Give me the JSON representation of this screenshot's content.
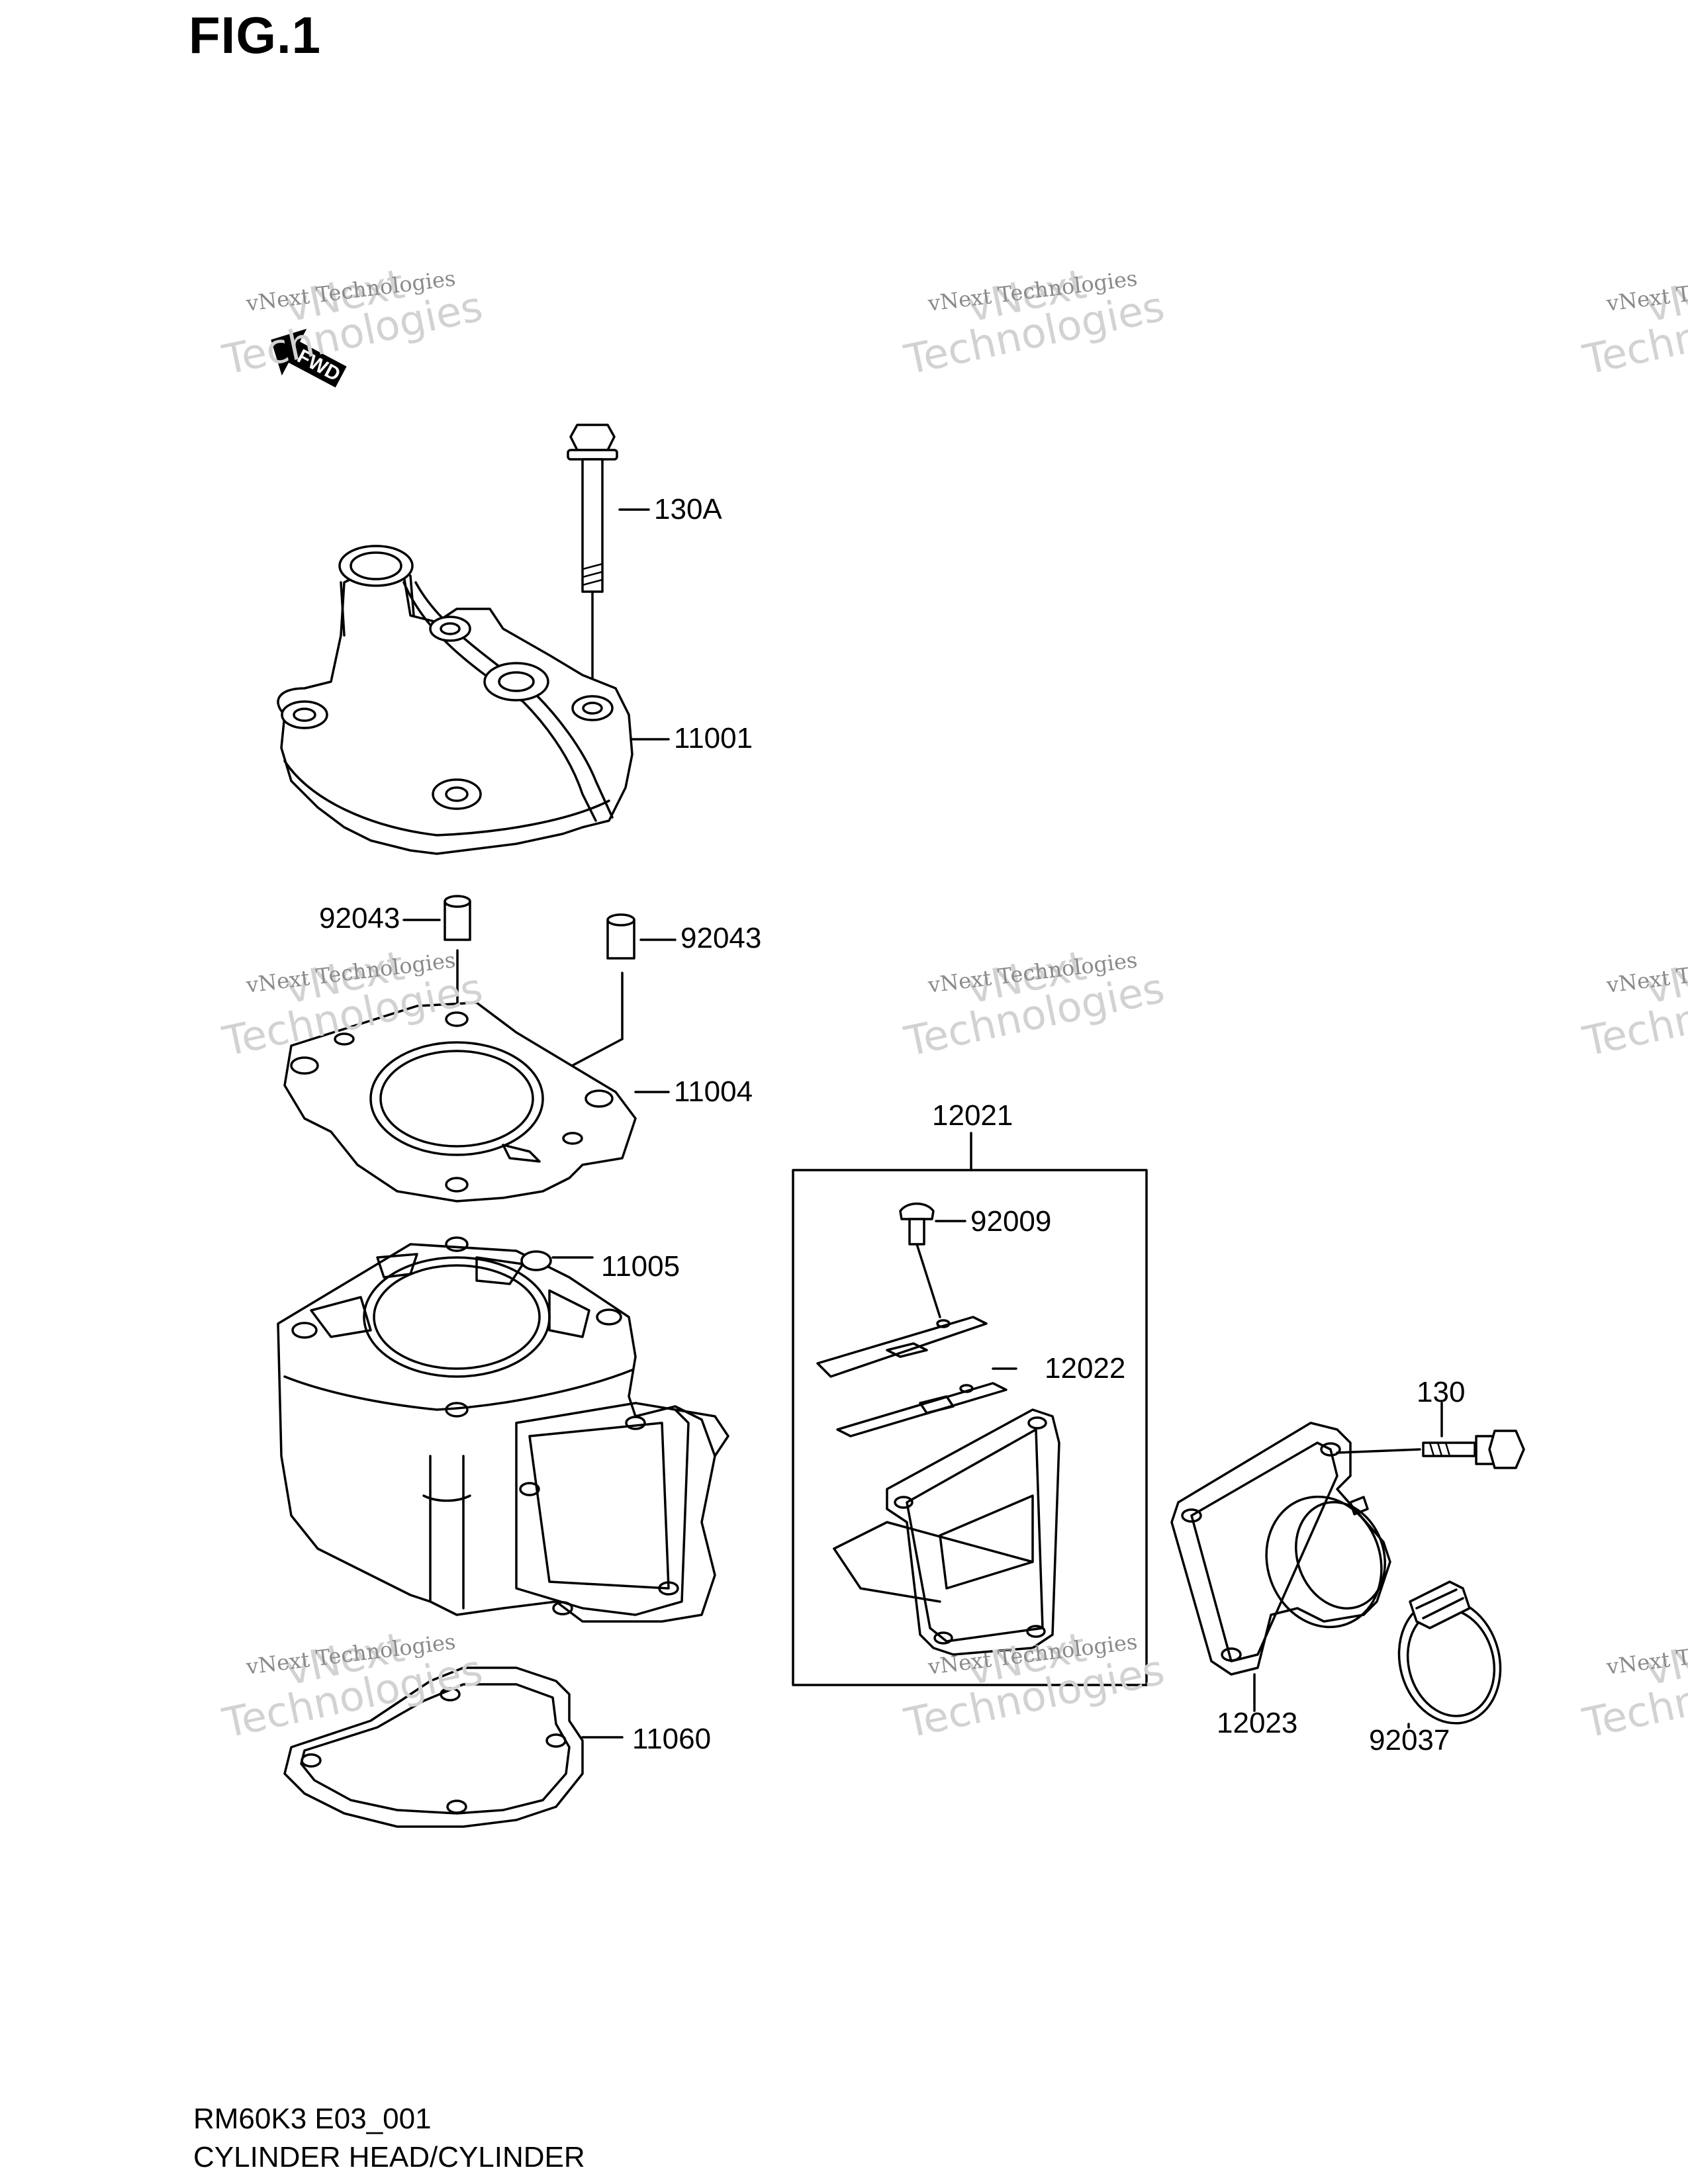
{
  "figure_title": "FIG.1",
  "fwd_marker": "FWD",
  "parts": {
    "p130a": "130A",
    "p11001": "11001",
    "p92043a": "92043",
    "p92043b": "92043",
    "p11004": "11004",
    "p11005": "11005",
    "p11060": "11060",
    "p12021": "12021",
    "p92009": "92009",
    "p12022": "12022",
    "p130": "130",
    "p12023": "12023",
    "p92037": "92037"
  },
  "watermark": {
    "small": "vNext Technologies",
    "big_line1": "vNext",
    "big_line2": "Technologies"
  },
  "footer": {
    "code": "RM60K3 E03_001",
    "caption": "CYLINDER HEAD/CYLINDER"
  }
}
